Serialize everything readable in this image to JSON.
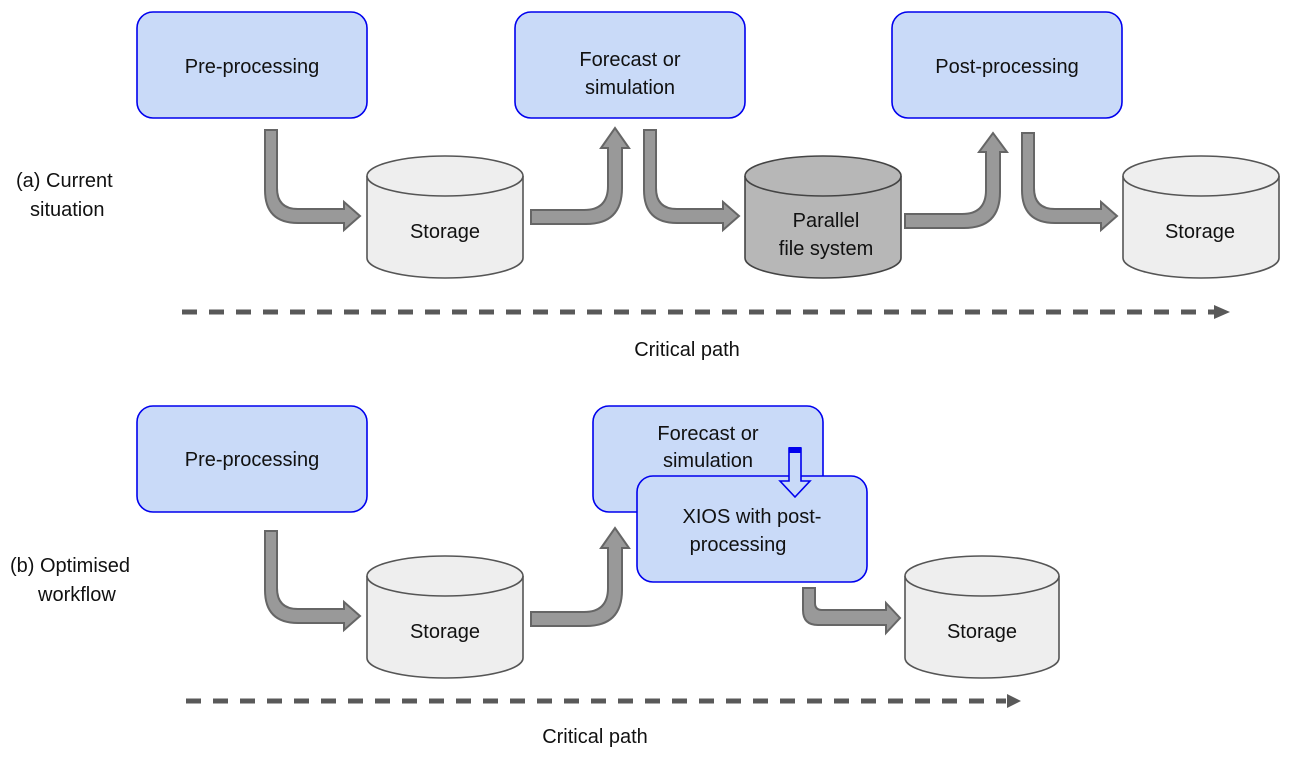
{
  "colors": {
    "process_fill": "#c9daf8",
    "process_border": "#0000ee",
    "storage_fill": "#eeeeee",
    "parallel_fs_fill": "#b7b7b7",
    "arrow_fill": "#999999",
    "arrow_stroke": "#666666",
    "critical_path": "#595959"
  },
  "section_a": {
    "label_line1": "(a) Current",
    "label_line2": "situation",
    "preprocessing": "Pre-processing",
    "storage1": "Storage",
    "forecast_line1": "Forecast or",
    "forecast_line2": "simulation",
    "parallel_line1": "Parallel",
    "parallel_line2": "file system",
    "postprocessing": "Post-processing",
    "storage2": "Storage",
    "critical_path": "Critical path"
  },
  "section_b": {
    "label_line1": "(b) Optimised",
    "label_line2": "workflow",
    "preprocessing": "Pre-processing",
    "storage1": "Storage",
    "forecast_line1": "Forecast or",
    "forecast_line2": "simulation",
    "xios_line1": "XIOS with post-",
    "xios_line2": "processing",
    "storage2": "Storage",
    "critical_path": "Critical path"
  }
}
